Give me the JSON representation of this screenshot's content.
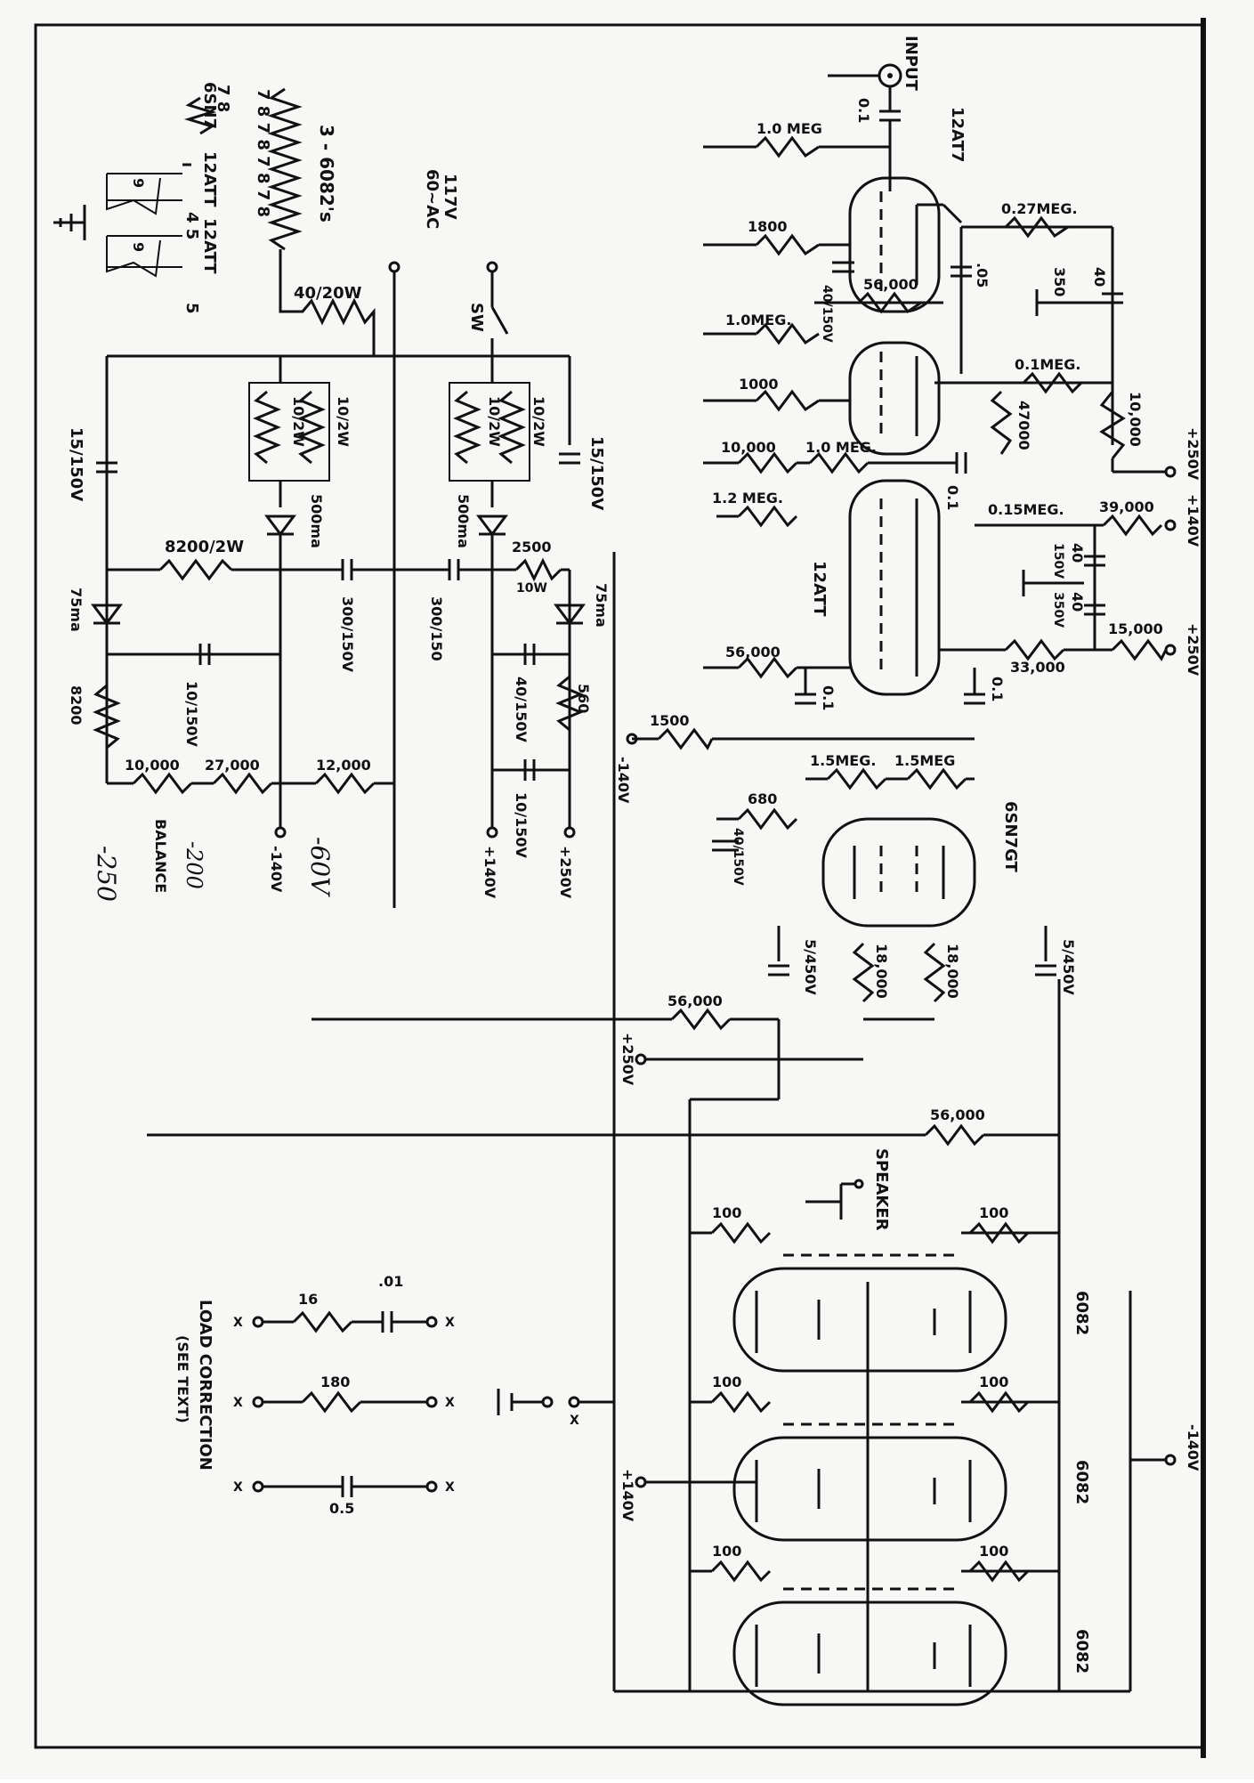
{
  "tubes": {
    "v1": "12AT7",
    "v2": "12ATT",
    "v3": "6SN7GT",
    "out1": "6082",
    "out2": "6082",
    "out3": "6082"
  },
  "heater": {
    "title": "3 - 6082's",
    "tube_6sn7": "6SN7",
    "tube_12at7_a": "12ATT",
    "tube_12at7_b": "12ATT",
    "pins_a": "7 8",
    "pins_b": "4 5",
    "pins_c": "5",
    "pin_9a": "9",
    "pin_9b": "9",
    "series_pins": "7 8 7 8 7 8 7 8",
    "resistor": "40/20W"
  },
  "mains": {
    "voltage": "117V",
    "ac": "60~AC",
    "switch": "SW"
  },
  "input": {
    "label": "INPUT"
  },
  "front_components": {
    "c_in": "0.1",
    "r_grid": "1.0 MEG",
    "r_cath1": "1800",
    "c_cath1": "40/150V",
    "r_fb": "56,000",
    "r_grid2": "1.0MEG.",
    "r_cath2": "1000",
    "r_plate1": "0.27MEG.",
    "c_couple1": ".05",
    "c_dec1": "40",
    "c_dec1v": "350",
    "r_plate2": "0.1MEG.",
    "r_load2": "47000",
    "r_dec1": "10,000",
    "supply1": "+250V",
    "r_a": "10,000",
    "r_b": "1.0 MEG.",
    "c_couple2": "0.1",
    "r_c": "1.2 MEG.",
    "r_plate3": "0.15MEG.",
    "r_dec2": "39,000",
    "supply2": "+140V",
    "c_dec2": "40",
    "c_dec2v": "150V",
    "c_dec3": "40",
    "c_dec3v": "350V",
    "r_dec3": "15,000",
    "supply3": "+250V",
    "r_plate4": "33,000",
    "r_cath3": "56,000",
    "c_c3": "0.1",
    "c_c4": "0.1",
    "r_neg": "1500",
    "supply_neg": "-140V",
    "r_g1": "1.5MEG.",
    "r_g2": "1.5MEG",
    "r_k": "680",
    "c_k": "40/150V",
    "r_p1": "18,000",
    "r_p2": "18,000",
    "c_out1": "5/450V",
    "c_out2": "5/450V",
    "r_fb2": "56,000",
    "supply4": "+250V",
    "r_fb3": "56,000"
  },
  "power_supply": {
    "c1": "15/150V",
    "r1a": "10/2W",
    "r1b": "10/2W",
    "r2a": "10/2W",
    "r2b": "10/2W",
    "c2": "15/150V",
    "d1": "500ma",
    "d2": "500ma",
    "r_8200w": "8200/2W",
    "c_300a": "300/150V",
    "c_300b": "300/150",
    "r_2500": "2500",
    "r_2500w": "10W",
    "d_75a": "75ma",
    "d_75b": "75ma",
    "c_10a": "10/150V",
    "r_8200": "8200",
    "c_40": "40/150V",
    "r_560": "560",
    "c_10b": "10/150V",
    "r_10000": "10,000",
    "r_27000": "27,000",
    "r_12000": "12,000",
    "balance": "BALANCE",
    "out_neg": "-140V",
    "out_140": "+140V",
    "out_250": "+250V"
  },
  "outputs": {
    "grid_r": "100",
    "speaker": "SPEAKER",
    "minus": "-140V",
    "plus": "+140V"
  },
  "load_correction": {
    "label": "LOAD CORRECTION",
    "sub": "(SEE TEXT)",
    "r1": "16",
    "c1": ".01",
    "r2": "180",
    "c2": "0.5",
    "x": "X"
  },
  "handwritten": {
    "h1": "-250",
    "h2": "-200",
    "h3": "-60V"
  }
}
